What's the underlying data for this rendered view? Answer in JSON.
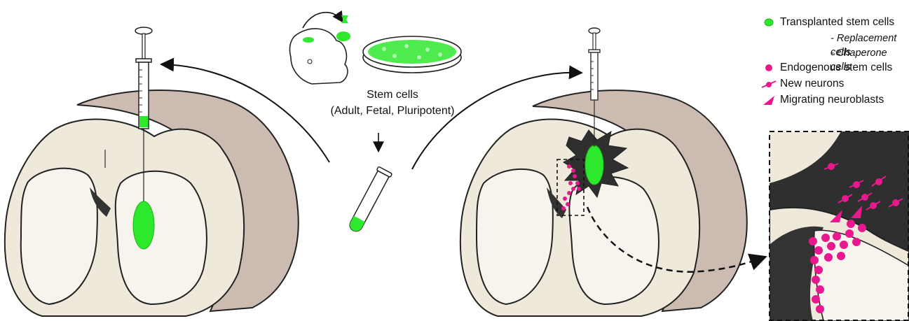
{
  "stem_cells": {
    "title": "Stem cells",
    "subtitle": "(Adult, Fetal, Pluripotent)"
  },
  "legend": {
    "transplanted": "Transplanted stem cells",
    "replacement": "- Replacement cells",
    "chaperone": "- Chaperone cells",
    "endogenous": "Endogenous stem cells",
    "new_neurons": "New neurons",
    "migrating": "Migrating neuroblasts"
  },
  "colors": {
    "transplanted": "#2ee82e",
    "endogenous": "#e8188e",
    "brain_fill": "#efe9dc",
    "brain_shadow": "#cbbbb1",
    "ventricle": "#f7f4ee",
    "lesion": "#2f2f2f"
  },
  "icons": [
    "syringe-icon",
    "embryo-icon",
    "petri-dish-icon",
    "test-tube-icon",
    "neuron-icon",
    "neuroblast-arrow-icon"
  ]
}
